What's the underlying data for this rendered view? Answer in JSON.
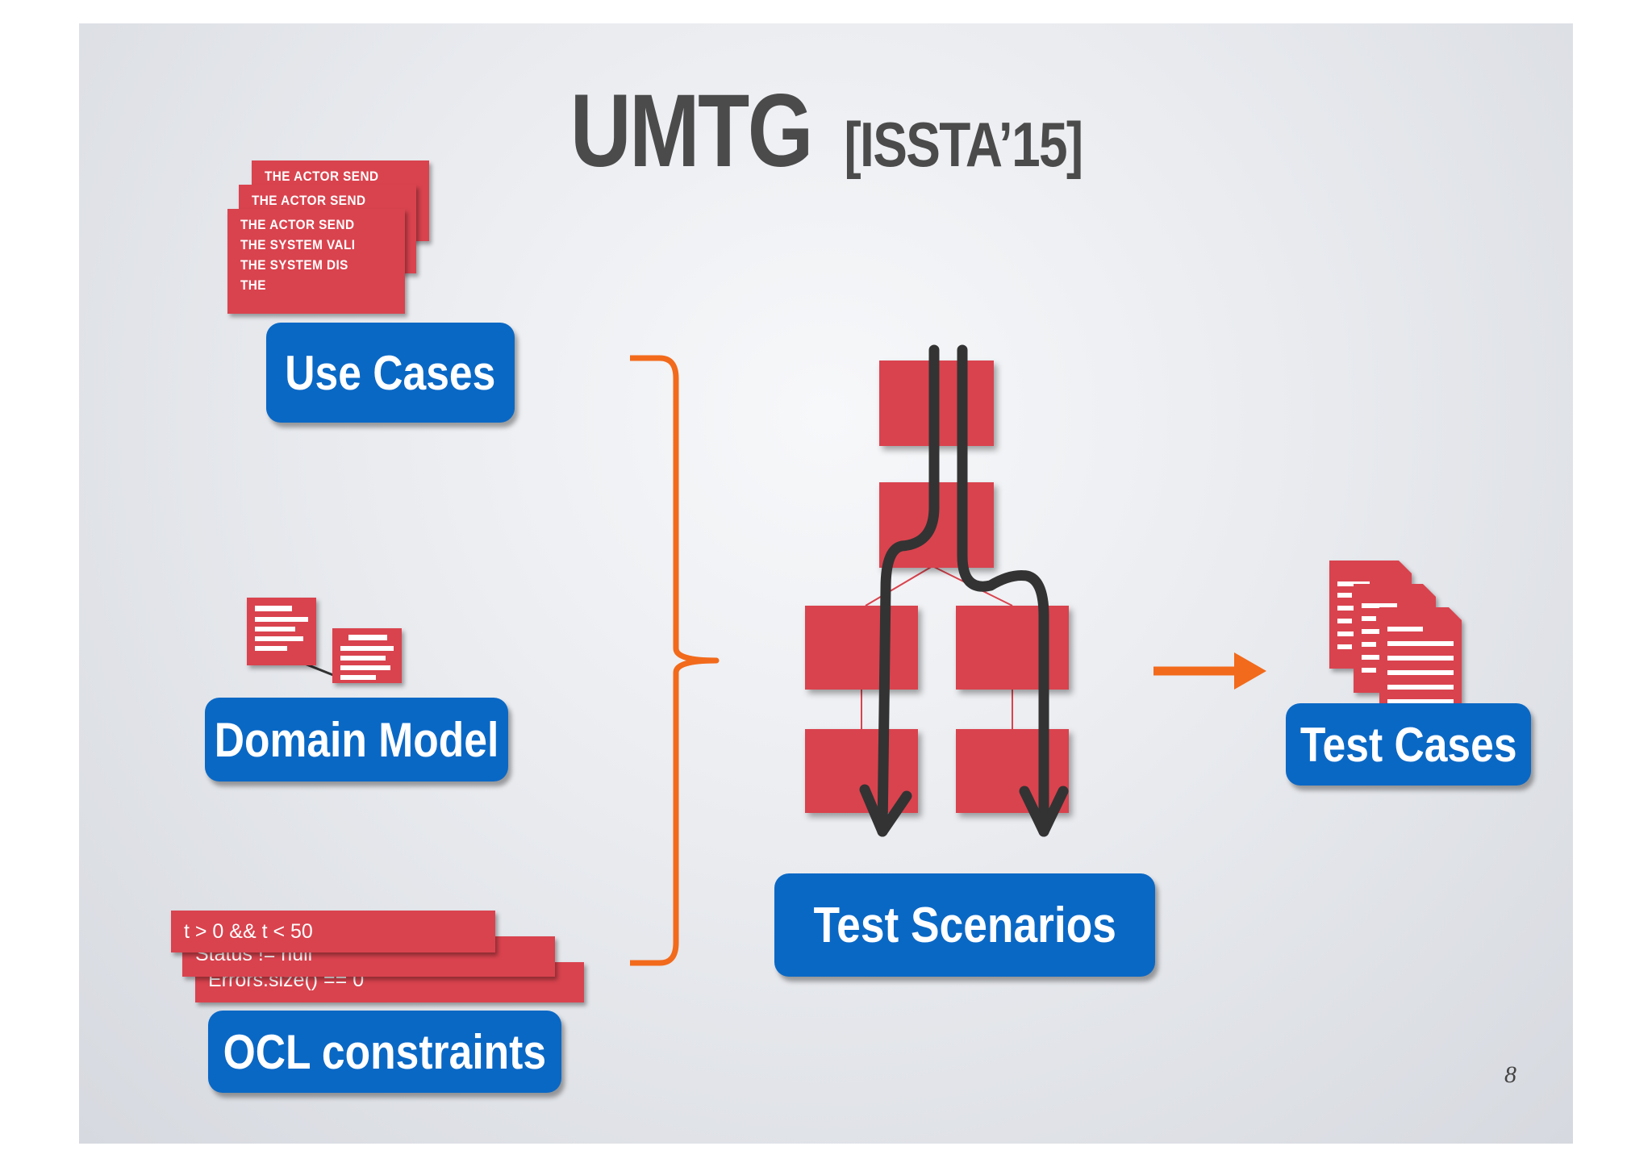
{
  "title": {
    "main": "UMTG",
    "sub": "[ISSTA’15]"
  },
  "inputs": {
    "use_cases": {
      "label": "Use Cases",
      "card_lines": {
        "back": "THE ACTOR SEND",
        "middle": "THE ACTOR SEND",
        "front": [
          "THE ACTOR SEND",
          "THE SYSTEM VALI",
          "THE SYSTEM DIS",
          "THE"
        ]
      }
    },
    "domain_model": {
      "label": "Domain Model"
    },
    "ocl": {
      "label": "OCL constraints",
      "lines": [
        "t >  0 && t < 50",
        "Status != null",
        "Errors.size() == 0"
      ]
    }
  },
  "scenarios": {
    "label": "Test Scenarios"
  },
  "outputs": {
    "label": "Test Cases"
  },
  "page_number": "8",
  "colors": {
    "label_blue": "#0a68c5",
    "block_red": "#d9434e",
    "bracket_orange": "#f26a1b",
    "path_dark": "#333333",
    "title_gray": "#4b4b4b"
  }
}
